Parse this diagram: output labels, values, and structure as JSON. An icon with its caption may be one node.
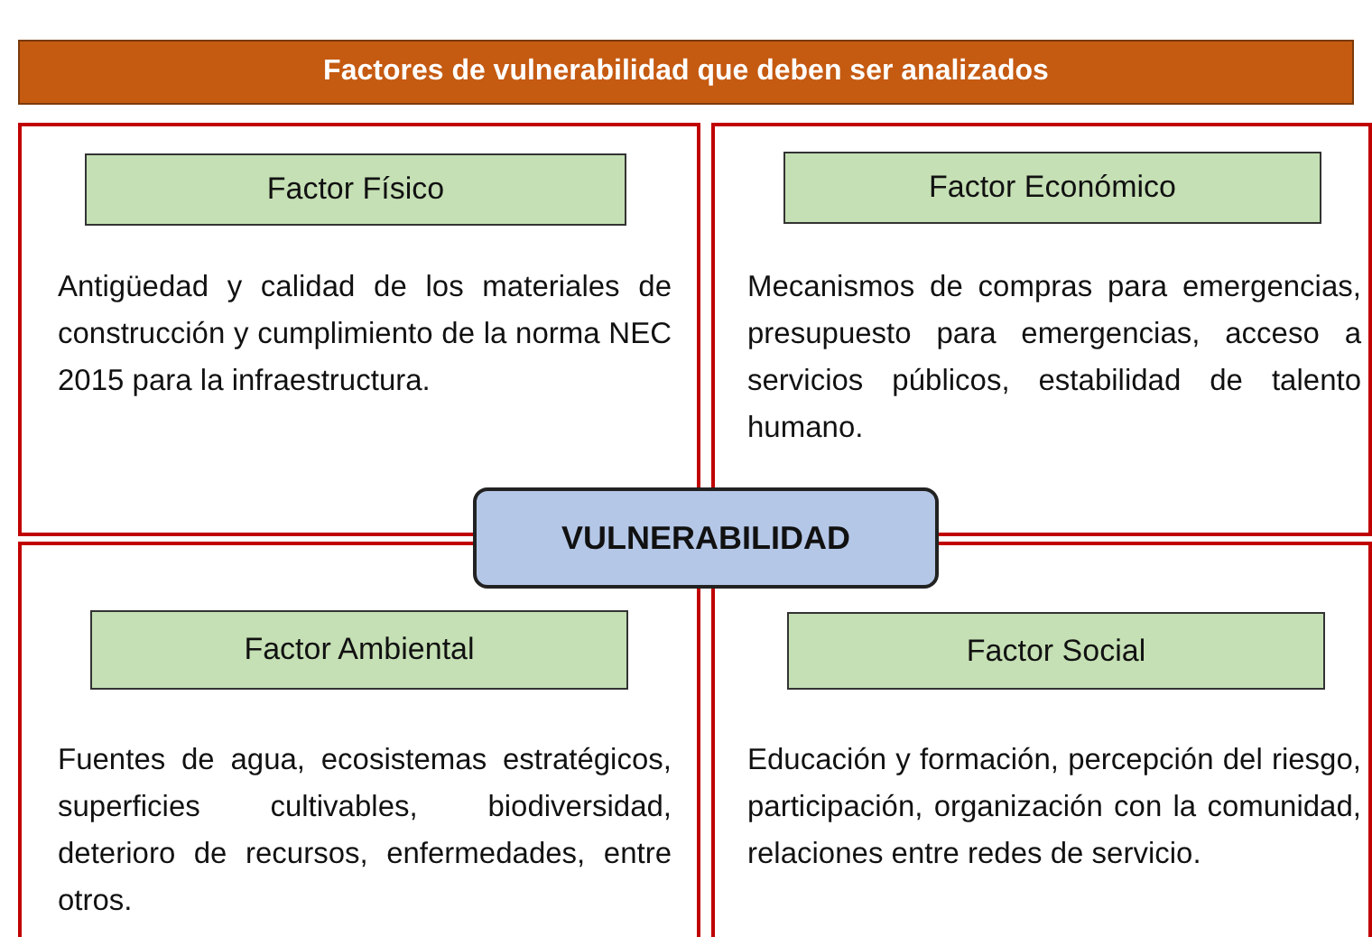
{
  "diagram": {
    "title": "Factores de vulnerabilidad que deben ser analizados",
    "nodes": [
      {
        "text": [
          "Antigüedad y calidad de los materiales de construcción y cumplimiento de la norma NEC 2015 para la infraestructura."
        ]
      },
      {
        "text": [
          "Factor Físico"
        ],
        "in": 0
      },
      {
        "text": [
          "Mecanismos de compras para emergencias, presupuesto para emergencias, acceso a servicios públicos, estabilidad de talento humano."
        ]
      },
      {
        "text": [
          "Factor Económico"
        ],
        "in": 2
      },
      {
        "text": [
          "VULNERABILIDAD"
        ]
      },
      {
        "text": [
          "Fuentes de agua, ecosistemas estratégicos, superficies cultivables, biodiversidad, deterioro de recursos, enfermedades, entre otros."
        ]
      },
      {
        "text": [
          "Factor Ambiental"
        ],
        "in": 5
      },
      {
        "text": [
          "Educación y formación, percepción del riesgo, participación, organización con la comunidad, relaciones entre redes de servicio."
        ]
      },
      {
        "text": [
          "Factor Social"
        ],
        "in": 7
      }
    ]
  }
}
